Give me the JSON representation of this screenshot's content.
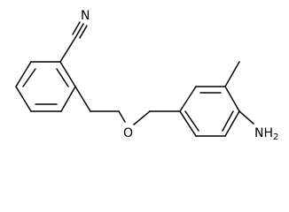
{
  "molecule": {
    "atoms": {
      "nitrile_nitrogen": "N",
      "ether_oxygen": "O",
      "amine": {
        "element": "N",
        "hydrogen": "H",
        "count": "2"
      }
    },
    "colors": {
      "bond": "#000000",
      "label": "#000000",
      "background": "#ffffff"
    }
  }
}
